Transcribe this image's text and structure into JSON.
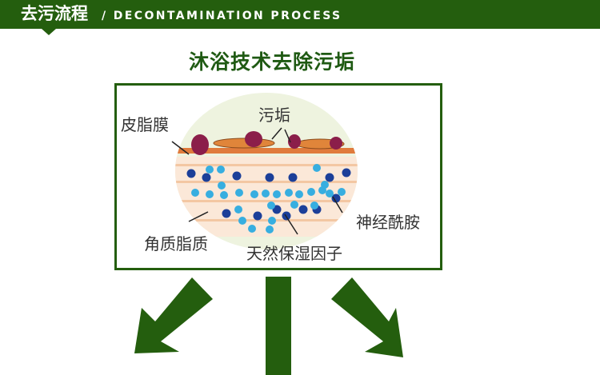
{
  "header": {
    "title": "去污流程",
    "subtitle": "/ DECONTAMINATION PROCESS"
  },
  "main_title": "沐浴技术去除污垢",
  "diagram_labels": {
    "sebum_film": "皮脂膜",
    "dirt": "污垢",
    "ceramide": "神经酰胺",
    "keratin_lipid": "角质脂质",
    "nmf": "天然保湿因子"
  },
  "colors": {
    "brand_green": "#245e0e",
    "dirt": "#8b1e4a",
    "sebum": "#e07b3c",
    "dark_dot": "#1c3f99",
    "light_dot": "#37aee0"
  }
}
